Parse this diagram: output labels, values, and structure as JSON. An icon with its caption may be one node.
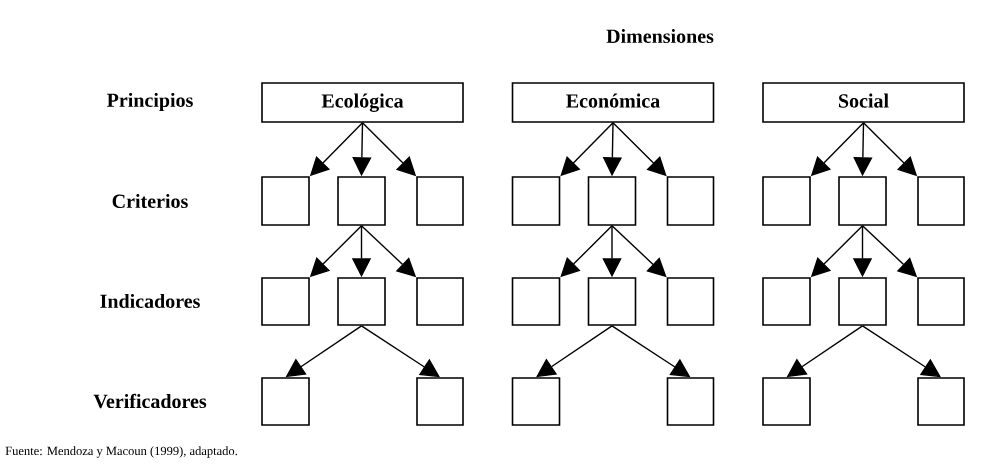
{
  "diagram": {
    "title": "Dimensiones",
    "caption": "Fuente: Mendoza y Macoun (1999), adaptado.",
    "nodes": [
      {
        "text": [
          "Ecológica"
        ]
      },
      {
        "text": [],
        "shape": "box"
      },
      {
        "text": [],
        "shape": "box"
      },
      {
        "text": [],
        "shape": "box"
      },
      {
        "text": [],
        "shape": "box"
      },
      {
        "text": [],
        "shape": "box"
      },
      {
        "text": [],
        "shape": "box"
      },
      {
        "text": [],
        "shape": "box"
      },
      {
        "text": [],
        "shape": "box"
      },
      {
        "text": [
          "Económica"
        ]
      },
      {
        "text": [],
        "shape": "box"
      },
      {
        "text": [],
        "shape": "box"
      },
      {
        "text": [],
        "shape": "box"
      },
      {
        "text": [],
        "shape": "box"
      },
      {
        "text": [],
        "shape": "box"
      },
      {
        "text": [],
        "shape": "box"
      },
      {
        "text": [],
        "shape": "box"
      },
      {
        "text": [],
        "shape": "box"
      },
      {
        "text": [
          "Social"
        ]
      },
      {
        "text": [],
        "shape": "box"
      },
      {
        "text": [],
        "shape": "box"
      },
      {
        "text": [],
        "shape": "box"
      },
      {
        "text": [],
        "shape": "box"
      },
      {
        "text": [],
        "shape": "box"
      },
      {
        "text": [],
        "shape": "box"
      },
      {
        "text": [],
        "shape": "box"
      },
      {
        "text": [],
        "shape": "box"
      }
    ],
    "edges": [
      {
        "from": 0,
        "to": 1,
        "arrow": "to"
      },
      {
        "from": 0,
        "to": 2,
        "arrow": "to"
      },
      {
        "from": 0,
        "to": 3,
        "arrow": "to"
      },
      {
        "from": 2,
        "to": 4,
        "arrow": "to"
      },
      {
        "from": 2,
        "to": 5,
        "arrow": "to"
      },
      {
        "from": 2,
        "to": 6,
        "arrow": "to"
      },
      {
        "from": 5,
        "to": 7,
        "arrow": "to"
      },
      {
        "from": 5,
        "to": 8,
        "arrow": "to"
      },
      {
        "from": 9,
        "to": 10,
        "arrow": "to"
      },
      {
        "from": 9,
        "to": 11,
        "arrow": "to"
      },
      {
        "from": 9,
        "to": 12,
        "arrow": "to"
      },
      {
        "from": 11,
        "to": 13,
        "arrow": "to"
      },
      {
        "from": 11,
        "to": 14,
        "arrow": "to"
      },
      {
        "from": 11,
        "to": 15,
        "arrow": "to"
      },
      {
        "from": 14,
        "to": 16,
        "arrow": "to"
      },
      {
        "from": 14,
        "to": 17,
        "arrow": "to"
      },
      {
        "from": 18,
        "to": 19,
        "arrow": "to"
      },
      {
        "from": 18,
        "to": 20,
        "arrow": "to"
      },
      {
        "from": 18,
        "to": 21,
        "arrow": "to"
      },
      {
        "from": 20,
        "to": 22,
        "arrow": "to"
      },
      {
        "from": 20,
        "to": 23,
        "arrow": "to"
      },
      {
        "from": 20,
        "to": 24,
        "arrow": "to"
      },
      {
        "from": 23,
        "to": 25,
        "arrow": "to"
      },
      {
        "from": 23,
        "to": 26,
        "arrow": "to"
      }
    ],
    "labels": [
      "Principios",
      "Criterios",
      "Indicadores",
      "Verificadores"
    ]
  }
}
